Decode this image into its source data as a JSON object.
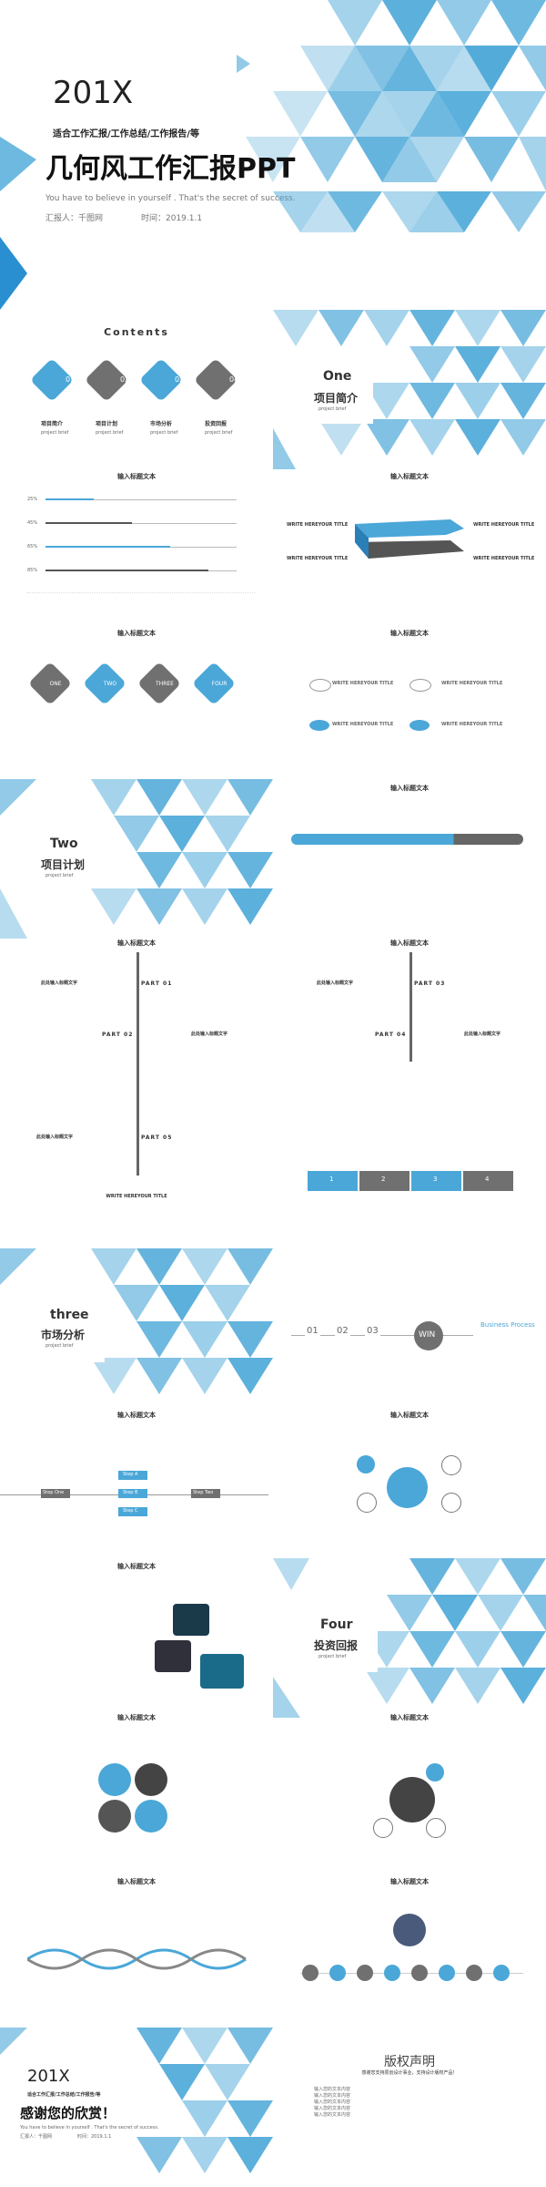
{
  "colors": {
    "blue": "#4aa7d8",
    "light": "#9ed3ef",
    "dark": "#2a7fb8",
    "gray": "#707070"
  },
  "cover": {
    "year": "201X",
    "subtitle": "适合工作汇报/工作总结/工作报告/等",
    "title": "几何风工作汇报PPT",
    "slogan": "You have to believe in yourself . That's the secret of success.",
    "reporter": "汇报人：千图网",
    "time": "时间：2019.1.1"
  },
  "contents": {
    "title": "Contents",
    "items": [
      {
        "num": "01",
        "label": "项目简介",
        "sub": "project brief"
      },
      {
        "num": "02",
        "label": "项目计划",
        "sub": "project brief"
      },
      {
        "num": "03",
        "label": "市场分析",
        "sub": "project brief"
      },
      {
        "num": "04",
        "label": "投资回报",
        "sub": "project brief"
      }
    ]
  },
  "section1": {
    "num": "One",
    "title": "项目简介",
    "sub": "project brief"
  },
  "section2": {
    "num": "Two",
    "title": "项目计划",
    "sub": "project brief"
  },
  "section3": {
    "num": "three",
    "title": "市场分析",
    "sub": "project brief"
  },
  "section4": {
    "num": "Four",
    "title": "投资回报",
    "sub": "project brief"
  },
  "caption": "输入标题文本",
  "progress": {
    "items": [
      {
        "label": "25%",
        "value": 0.25
      },
      {
        "label": "45%",
        "value": 0.45
      },
      {
        "label": "65%",
        "value": 0.65
      },
      {
        "label": "85%",
        "value": 0.85
      }
    ]
  },
  "ribbon": {
    "title": "WRITE HEREYOUR TITLE"
  },
  "diamonds": [
    "ONE",
    "TWO",
    "THREE",
    "FOUR"
  ],
  "timeline": {
    "parts": [
      "PART 01",
      "PART 02",
      "PART 03",
      "PART 04",
      "PART 05"
    ],
    "heading": "此处输入标题文字",
    "footer": "WRITE HEREYOUR TITLE"
  },
  "steps": [
    "1",
    "2",
    "3",
    "4"
  ],
  "process": {
    "nums": [
      "01",
      "02",
      "03"
    ],
    "win": "WIN",
    "label": "Business Process"
  },
  "stepboxes": [
    "Step One",
    "Step A",
    "Step B",
    "Step C",
    "Step Two"
  ],
  "thanks": {
    "year": "201X",
    "subtitle": "适合工作汇报/工作总结/工作报告/等",
    "title": "感谢您的欣赏！",
    "slogan": "You have to believe in yourself . That's the secret of success.",
    "reporter": "汇报人：千图网",
    "time": "时间：2019.1.1"
  },
  "copyright": {
    "title": "版权声明",
    "sub": "感谢您支持原创设计事业，支持设计版权产品！"
  },
  "filler": "输入您的文本内容"
}
